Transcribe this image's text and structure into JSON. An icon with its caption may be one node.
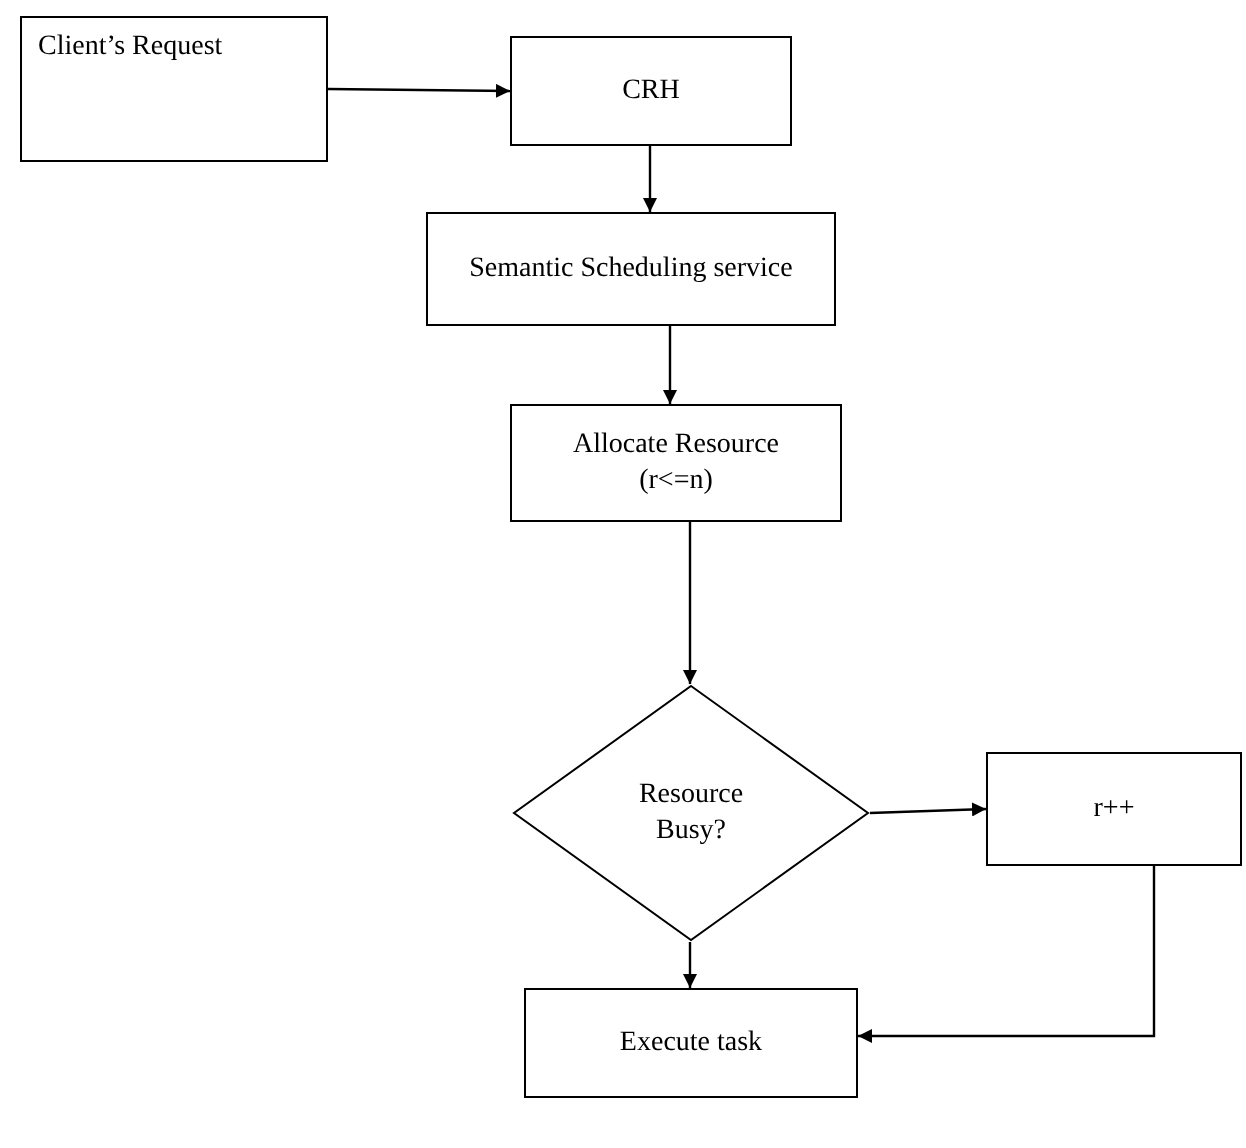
{
  "diagram": {
    "nodes": [
      {
        "text": [
          "Client’s Request"
        ]
      },
      {
        "text": [
          "CRH"
        ]
      },
      {
        "text": [
          "Semantic Scheduling service"
        ]
      },
      {
        "text": [
          "Allocate Resource (r<=n)"
        ]
      },
      {
        "text": [
          "Resource Busy?"
        ]
      },
      {
        "text": [
          "r++"
        ]
      },
      {
        "text": [
          "Execute task"
        ]
      }
    ],
    "edges": [
      {
        "from": 0,
        "to": 1,
        "arrow": "to"
      },
      {
        "from": 1,
        "to": 2,
        "arrow": "to"
      },
      {
        "from": 2,
        "to": 3,
        "arrow": "to"
      },
      {
        "from": 3,
        "to": 4,
        "arrow": "to"
      },
      {
        "from": 4,
        "to": 5,
        "arrow": "to"
      },
      {
        "from": 4,
        "to": 6,
        "arrow": "to"
      },
      {
        "from": 5,
        "to": 6,
        "arrow": "to"
      }
    ]
  }
}
